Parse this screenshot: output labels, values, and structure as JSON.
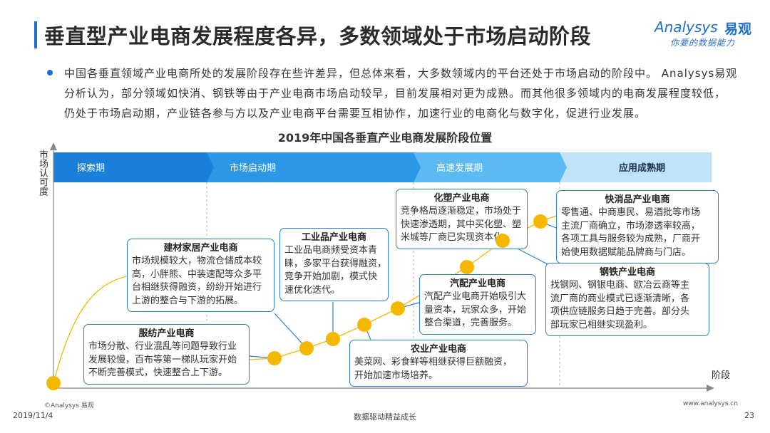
{
  "title": "垂直型产业电商发展程度各异，多数领域处于市场启动阶段",
  "logo": {
    "brand": "Analysys",
    "brand_cn": "易观",
    "tagline": "你要的数据能力"
  },
  "bullet": {
    "lines": [
      "中国各垂直领域产业电商所处的发展阶段存在些许差异，但总体来看，大多数领域内的平台还处于市场启动的阶段中。 Analysys易观",
      "分析认为，部分领域如快消、钢铁等由于产业电商市场启动较早，目前发展相对更为成熟。而其他很多领域内的电商发展程度较低，",
      "仍处于市场启动期，产业链各参与方以及产业电商平台需要互相协作，加速行业的电商化与数字化，促进行业发展。"
    ]
  },
  "diagram": {
    "title": "2019年中国各垂直产业电商发展阶段位置",
    "y_axis_label": "市场认可度",
    "x_axis_label": "阶段",
    "stages": [
      "探索期",
      "市场启动期",
      "高速发展期",
      "应用成熟期"
    ],
    "callouts": [
      {
        "title": "建材家居产业电商",
        "lines": [
          "市场规模较大，物流仓储成本较",
          "高，小胖熊、中装速配等众多平",
          "台相继获得融资，纷纷开始进行",
          "上游的整合与下游的拓展。"
        ]
      },
      {
        "title": "服纺产业电商",
        "lines": [
          "市场分散、行业混乱等问题导致行业",
          "发展较慢，百布等第一梯队玩家开始",
          "不断完善模式，快速整合上下游。"
        ]
      },
      {
        "title": "工业品产业电商",
        "lines": [
          "工业品电商频受资本青",
          "睐，多家平台获得融资，",
          "竞争开始加剧，模式快",
          "速优化迭代。"
        ]
      },
      {
        "title": "化塑产业电商",
        "lines": [
          "竞争格局逐渐稳定，市场处于",
          "快速渗透期，其中买化塑、塑",
          "米城等厂商已实现资本化"
        ]
      },
      {
        "title": "汽配产业电商",
        "lines": [
          "汽配产业电商开始吸引大",
          "量资本，玩家众多，开始",
          "整合渠道，完善服务。"
        ]
      },
      {
        "title": "农业产业电商",
        "lines": [
          "美菜网、彩食鲜等相继获得巨额融资，",
          "开始加速市场培养。"
        ]
      },
      {
        "title": "快消品产业电商",
        "lines": [
          "零售通、中商惠民、易酒批等市场",
          "主流厂商确立，市场渗透率较高，",
          "各项工具与服务较为成熟，厂商开",
          "始使用数据赋能品牌商与门店。"
        ]
      },
      {
        "title": "钢铁产业电商",
        "lines": [
          "找钢网、钢银电商、欧冶云商等主",
          "流厂商的商业模式已逐渐清晰，各",
          "项供应链服务日趋于完善。部分头",
          "部玩家已相继实现盈利。"
        ]
      }
    ]
  },
  "footer": {
    "copyright": "©Analysys 易观",
    "website": "www.analysys.cn",
    "date": "2019/11/4",
    "slogan": "数据驱动精益成长",
    "page": "23"
  },
  "colors": {
    "accent": "#1f6fd1",
    "dot": "#f5b800",
    "callout_border": "#2a7fd4",
    "stage_1": "#1a7fd8",
    "stage_2": "#2b97e6",
    "stage_3": "#5cb9f2",
    "stage_4": "#bfe4fa"
  }
}
